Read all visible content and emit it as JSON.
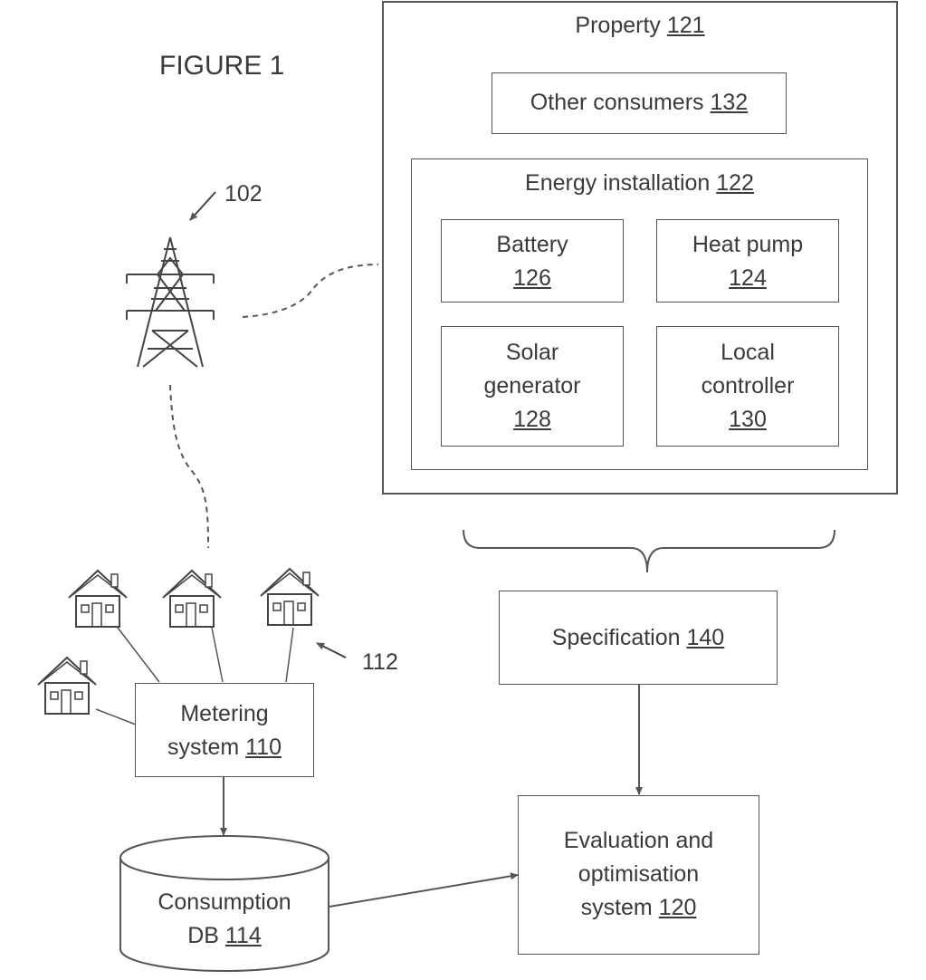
{
  "figure_title": "FIGURE 1",
  "labels": {
    "grid_ref": "102",
    "houses_ref": "112"
  },
  "boxes": {
    "property": {
      "text": "Property ",
      "ref": "121"
    },
    "other_consumers": {
      "text": "Other consumers ",
      "ref": "132"
    },
    "energy_installation": {
      "text": "Energy installation ",
      "ref": "122"
    },
    "battery": {
      "line1": "Battery",
      "ref": "126"
    },
    "heat_pump": {
      "line1": "Heat pump",
      "ref": "124"
    },
    "solar_generator": {
      "line1": "Solar",
      "line2": "generator",
      "ref": "128"
    },
    "local_controller": {
      "line1": "Local",
      "line2": "controller",
      "ref": "130"
    },
    "specification": {
      "text": "Specification ",
      "ref": "140"
    },
    "metering_system": {
      "line1": "Metering",
      "line2": "system ",
      "ref": "110"
    },
    "consumption_db": {
      "line1": "Consumption",
      "line2": "DB ",
      "ref": "114"
    },
    "evaluation": {
      "line1": "Evaluation and",
      "line2": "optimisation",
      "line3": "system ",
      "ref": "120"
    }
  },
  "colors": {
    "stroke": "#555555",
    "text": "#3a3a3a",
    "background": "#ffffff"
  },
  "icons": [
    "transmission-tower-icon",
    "house-icon"
  ]
}
